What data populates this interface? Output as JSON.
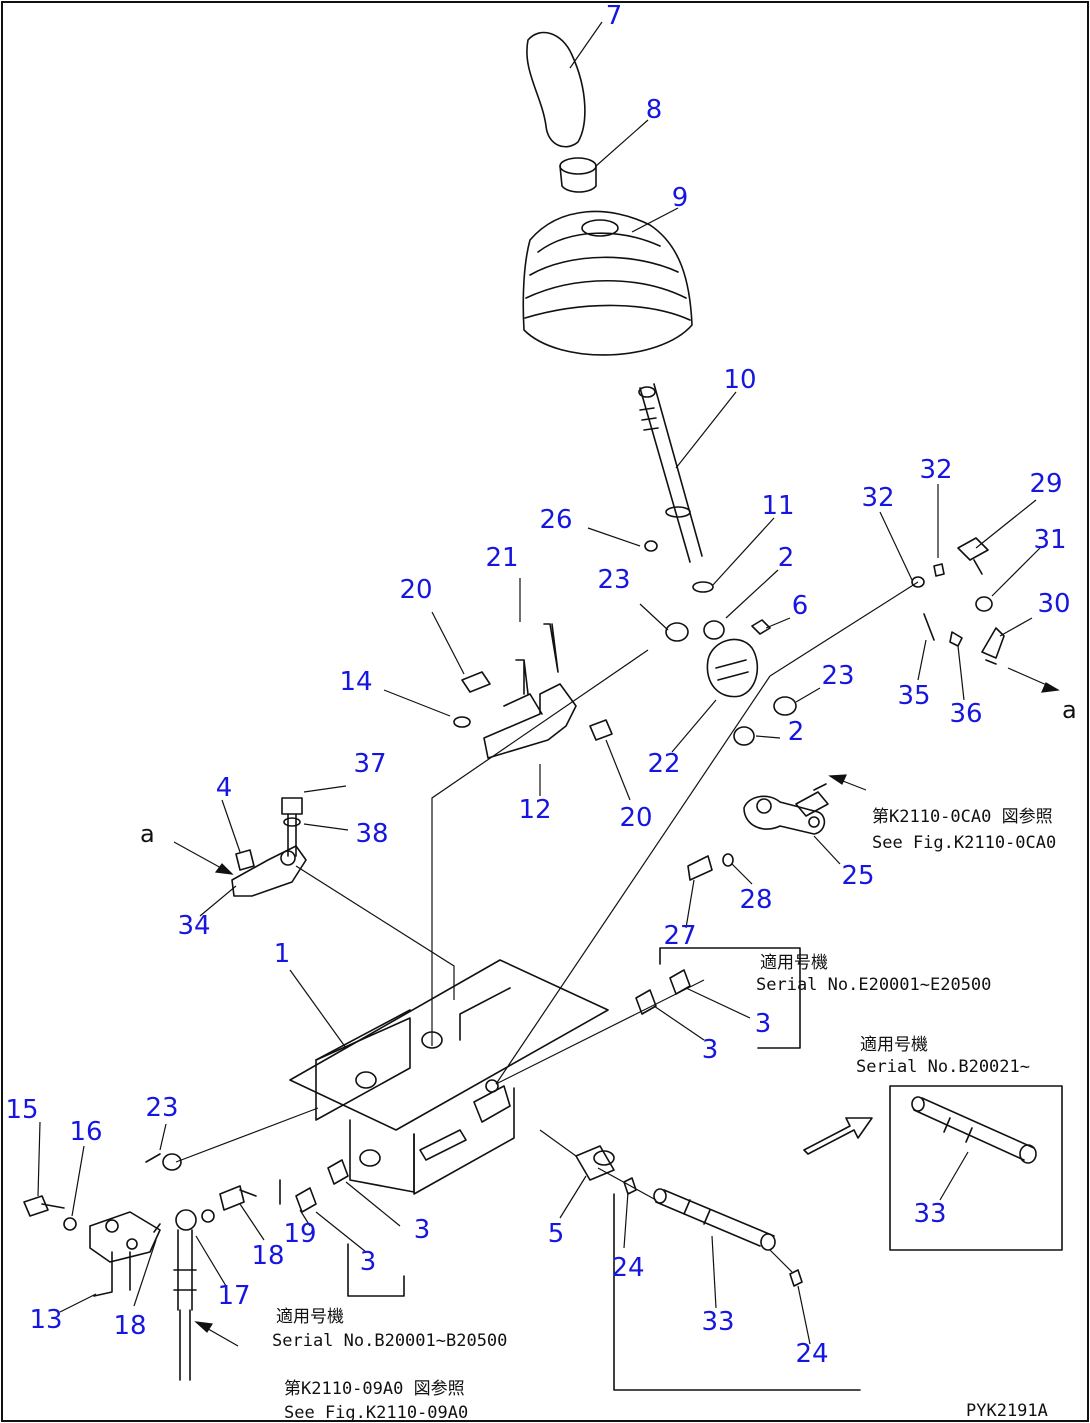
{
  "callouts": [
    {
      "id": "c7",
      "text": "7"
    },
    {
      "id": "c8",
      "text": "8"
    },
    {
      "id": "c9",
      "text": "9"
    },
    {
      "id": "c10",
      "text": "10"
    },
    {
      "id": "c11",
      "text": "11"
    },
    {
      "id": "c26",
      "text": "26"
    },
    {
      "id": "c21",
      "text": "21"
    },
    {
      "id": "c23a",
      "text": "23"
    },
    {
      "id": "c2a",
      "text": "2"
    },
    {
      "id": "c6",
      "text": "6"
    },
    {
      "id": "c32a",
      "text": "32"
    },
    {
      "id": "c32b",
      "text": "32"
    },
    {
      "id": "c29",
      "text": "29"
    },
    {
      "id": "c31",
      "text": "31"
    },
    {
      "id": "c30",
      "text": "30"
    },
    {
      "id": "c20a",
      "text": "20"
    },
    {
      "id": "c14",
      "text": "14"
    },
    {
      "id": "c23b",
      "text": "23"
    },
    {
      "id": "c35",
      "text": "35"
    },
    {
      "id": "c36",
      "text": "36"
    },
    {
      "id": "c22",
      "text": "22"
    },
    {
      "id": "c2b",
      "text": "2"
    },
    {
      "id": "c37",
      "text": "37"
    },
    {
      "id": "c4",
      "text": "4"
    },
    {
      "id": "c12",
      "text": "12"
    },
    {
      "id": "c20b",
      "text": "20"
    },
    {
      "id": "c38",
      "text": "38"
    },
    {
      "id": "c34",
      "text": "34"
    },
    {
      "id": "c28",
      "text": "28"
    },
    {
      "id": "c25",
      "text": "25"
    },
    {
      "id": "c27",
      "text": "27"
    },
    {
      "id": "c1",
      "text": "1"
    },
    {
      "id": "c3a",
      "text": "3"
    },
    {
      "id": "c3b",
      "text": "3"
    },
    {
      "id": "c15",
      "text": "15"
    },
    {
      "id": "c16",
      "text": "16"
    },
    {
      "id": "c23c",
      "text": "23"
    },
    {
      "id": "c3c",
      "text": "3"
    },
    {
      "id": "c5",
      "text": "5"
    },
    {
      "id": "c33a",
      "text": "33"
    },
    {
      "id": "c19",
      "text": "19"
    },
    {
      "id": "c3d",
      "text": "3"
    },
    {
      "id": "c18a",
      "text": "18"
    },
    {
      "id": "c24a",
      "text": "24"
    },
    {
      "id": "c13",
      "text": "13"
    },
    {
      "id": "c18b",
      "text": "18"
    },
    {
      "id": "c17",
      "text": "17"
    },
    {
      "id": "c33b",
      "text": "33"
    },
    {
      "id": "c24b",
      "text": "24"
    }
  ],
  "notes": {
    "ref_k2110_jp": "第K2110-0CA0 図参照",
    "ref_k2110_en": "See Fig.K2110-0CA0",
    "serial1_jp": "適用号機",
    "serial1_en": "Serial No.E20001~E20500",
    "serial2_jp": "適用号機",
    "serial2_en": "Serial No.B20021~",
    "serial3_jp": "適用号機",
    "serial3_en": "Serial No.B20001~B20500",
    "ref_bottom_jp": "第K2110-09A0 図参照",
    "ref_bottom_en": "See Fig.K2110-09A0",
    "view_a_left": "a",
    "view_a_right": "a",
    "drawing_code": "PYK2191A"
  },
  "colors": {
    "callout": "#1616e0",
    "lines": "#111111",
    "background": "#ffffff"
  }
}
